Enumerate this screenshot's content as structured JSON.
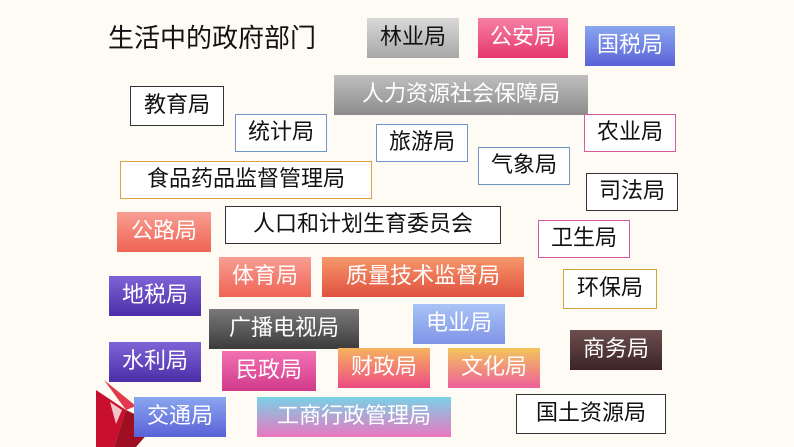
{
  "title": "生活中的政府部门",
  "labels": {
    "linye": "林业局",
    "gongan": "公安局",
    "guoshui": "国税局",
    "jiaoyu": "教育局",
    "renli": "人力资源社会保障局",
    "tongji": "统计局",
    "lvyou": "旅游局",
    "nongye": "农业局",
    "shipin": "食品药品监督管理局",
    "qixiang": "气象局",
    "sifa": "司法局",
    "gonglu": "公路局",
    "renkou": "人口和计划生育委员会",
    "weisheng": "卫生局",
    "tiyu": "体育局",
    "zhiliang": "质量技术监督局",
    "dishui": "地税局",
    "huanbao": "环保局",
    "guangbo": "广播电视局",
    "dianye": "电业局",
    "shangwu": "商务局",
    "shuili": "水利局",
    "minzheng": "民政局",
    "caizheng": "财政局",
    "wenhua": "文化局",
    "jiaotong": "交通局",
    "gongshang": "工商行政管理局",
    "guotu": "国土资源局"
  }
}
